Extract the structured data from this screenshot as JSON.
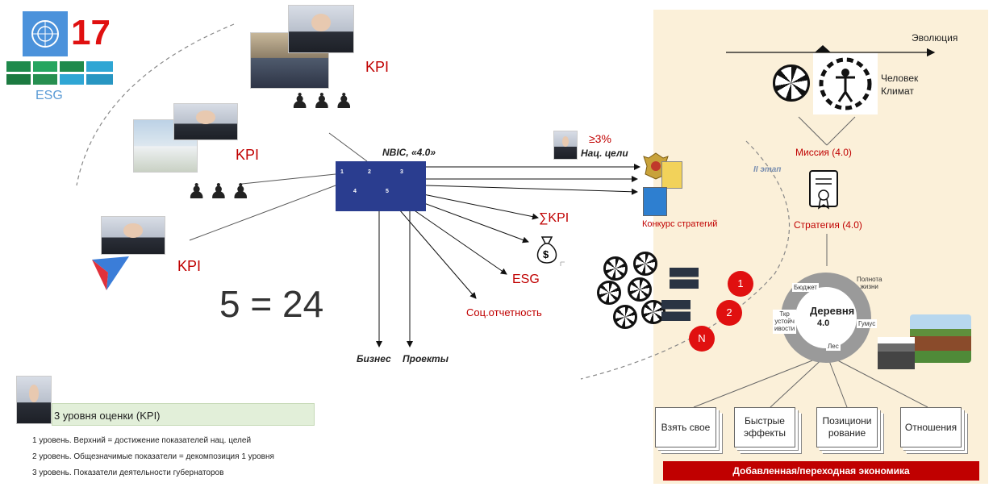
{
  "esg_block": {
    "sdg_number": "17",
    "label": "ESG"
  },
  "left": {
    "kpi_top": "KPI",
    "kpi_mid": "KPI",
    "kpi_low": "KPI",
    "equation": "5 = 24",
    "hub_title": "NBIC, «4.0»",
    "hub_items": [
      "1",
      "2",
      "3",
      "4",
      "5"
    ],
    "outputs": {
      "goal_percent": "≥3%",
      "goal_label": "Нац. цели",
      "sum_kpi": "∑KPI",
      "esg": "ESG",
      "social": "Соц.отчетность",
      "business": "Бизнес",
      "projects": "Проекты"
    },
    "contest": "Конкурс стратегий",
    "stage": "II этап"
  },
  "levels": {
    "header": "3 уровня оценки (KPI)",
    "items": [
      "1 уровень. Верхний = достижение показателей нац. целей",
      "2 уровень. Общезначимые показатели = декомпозиция 1 уровня",
      "3 уровень. Показатели деятельности губернаторов"
    ]
  },
  "right": {
    "evolution": "Эволюция",
    "human_climate": [
      "Человек",
      "Климат"
    ],
    "mission": "Миссия (4.0)",
    "strategy": "Стратегия (4.0)",
    "badges": [
      "1",
      "2",
      "N"
    ],
    "village_title": "Деревня",
    "village_version": "4.0",
    "segments": {
      "budget": "Бюджет",
      "fullness": [
        "Полнота",
        "жизни"
      ],
      "sustain": [
        "Ткр",
        "устойч",
        "ивости"
      ],
      "humus": "Гумус",
      "forest": "Лес"
    },
    "docs": [
      [
        "Взять свое"
      ],
      [
        "Быстрые",
        "эффекты"
      ],
      [
        "Позициони",
        "рование"
      ],
      [
        "Отношения"
      ]
    ],
    "economy": "Добавленная/переходная экономика"
  },
  "colors": {
    "accent_red": "#c00000",
    "panel": "#fbf0d9",
    "economy_bar": "#c00000",
    "hub": "#2a3d8f",
    "levels_header": "#e2efd9"
  }
}
